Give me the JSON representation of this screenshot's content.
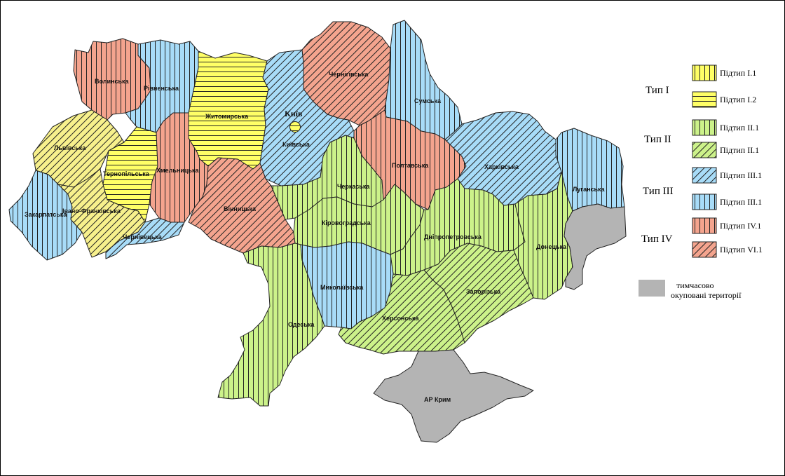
{
  "colors": {
    "yellow": "#ffff66",
    "light_yellow": "#f7f08c",
    "green": "#ccf28a",
    "blue": "#a8dcf8",
    "salmon": "#f4a48e",
    "gray": "#b4b4b4",
    "hatch": "#222222"
  },
  "capital": {
    "name": "Київ",
    "pattern": "yellow-h"
  },
  "regions": [
    {
      "id": "volynska",
      "name": "Волинська",
      "pattern": "salmon-v"
    },
    {
      "id": "rivnenska",
      "name": "Рівненська",
      "pattern": "blue-v"
    },
    {
      "id": "zhytomyrska",
      "name": "Житомирська",
      "pattern": "yellow-h"
    },
    {
      "id": "kyivska",
      "name": "Київська",
      "pattern": "blue-d"
    },
    {
      "id": "chernihivska",
      "name": "Чернігівська",
      "pattern": "salmon-d"
    },
    {
      "id": "sumska",
      "name": "Сумська",
      "pattern": "blue-v"
    },
    {
      "id": "lvivska",
      "name": "Львівська",
      "pattern": "ly-d"
    },
    {
      "id": "ternopilska",
      "name": "Тернопільська",
      "pattern": "yellow-h"
    },
    {
      "id": "khmelnytska",
      "name": "Хмельницька",
      "pattern": "salmon-v"
    },
    {
      "id": "vinnytska",
      "name": "Вінницька",
      "pattern": "salmon-d"
    },
    {
      "id": "cherkaska",
      "name": "Черкаська",
      "pattern": "green-v"
    },
    {
      "id": "poltavska",
      "name": "Полтавська",
      "pattern": "salmon-v"
    },
    {
      "id": "kharkivska",
      "name": "Харківська",
      "pattern": "blue-d"
    },
    {
      "id": "luhanska",
      "name": "Луганська",
      "pattern": "blue-v"
    },
    {
      "id": "zakarpatska",
      "name": "Закарпатська",
      "pattern": "blue-v"
    },
    {
      "id": "ivano_frankivska",
      "name": "Івано-Франківська",
      "pattern": "ly-d"
    },
    {
      "id": "chernivetska",
      "name": "Чернівецька",
      "pattern": "blue-d"
    },
    {
      "id": "kirovohradska",
      "name": "Кіровоградська",
      "pattern": "green-v"
    },
    {
      "id": "dnipropetrovska",
      "name": "Дніпропетровська",
      "pattern": "green-v"
    },
    {
      "id": "donetska",
      "name": "Донецька",
      "pattern": "green-v"
    },
    {
      "id": "odeska",
      "name": "Одеська",
      "pattern": "green-v"
    },
    {
      "id": "mykolaivska",
      "name": "Миколаївська",
      "pattern": "blue-v"
    },
    {
      "id": "khersonska",
      "name": "Херсонська",
      "pattern": "green-d"
    },
    {
      "id": "zaporizka",
      "name": "Запорізька",
      "pattern": "green-d"
    },
    {
      "id": "ar_krym",
      "name": "АР Крим",
      "pattern": "gray"
    },
    {
      "id": "occupied_east",
      "name": "",
      "pattern": "gray"
    }
  ],
  "legend": {
    "types": [
      {
        "label": "Тип I",
        "subtypes": [
          {
            "label": "Підтип I.1",
            "pattern": "yellow-v"
          },
          {
            "label": "Підтип I.2",
            "pattern": "yellow-h"
          }
        ]
      },
      {
        "label": "Тип II",
        "subtypes": [
          {
            "label": "Підтип II.1",
            "pattern": "green-v"
          },
          {
            "label": "Підтип II.1",
            "pattern": "green-d"
          }
        ]
      },
      {
        "label": "Тип III",
        "subtypes": [
          {
            "label": "Підтип III.1",
            "pattern": "blue-d"
          },
          {
            "label": "Підтип III.1",
            "pattern": "blue-v"
          }
        ]
      },
      {
        "label": "Тип IV",
        "subtypes": [
          {
            "label": "Підтип IV.1",
            "pattern": "salmon-v"
          },
          {
            "label": "Підтип VI.1",
            "pattern": "salmon-d"
          }
        ]
      }
    ],
    "occupied_line1": "тимчасово",
    "occupied_line2": "окуповані території"
  }
}
